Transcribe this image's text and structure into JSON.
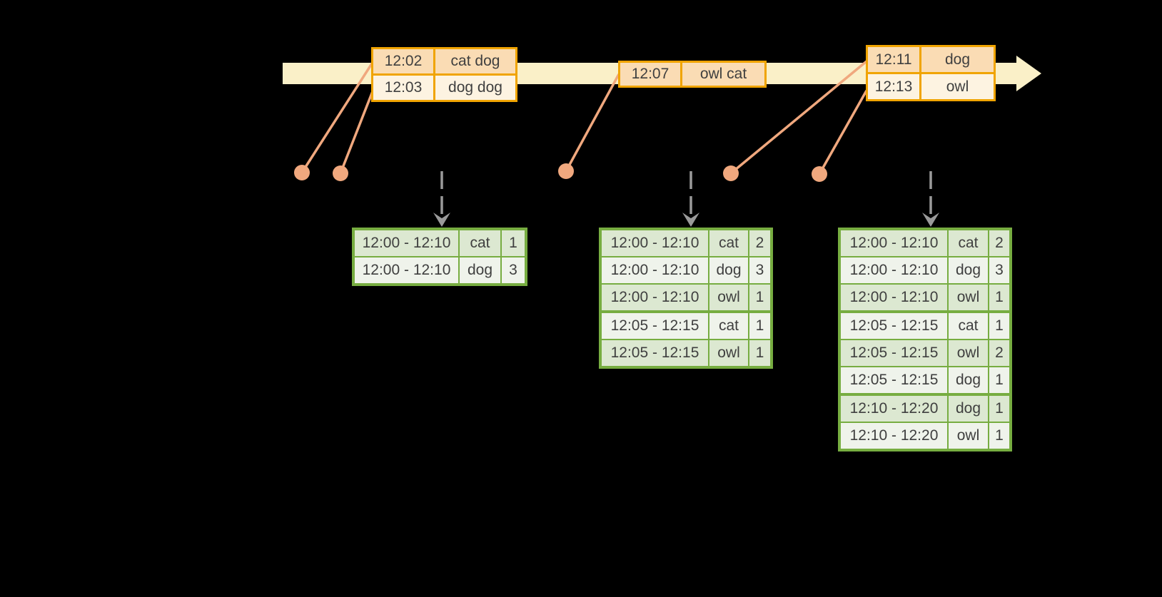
{
  "colors": {
    "background": "#000000",
    "timeline_band": "#FAF0C8",
    "event_table_border": "#F0A400",
    "event_row_dark": "#FADCB4",
    "event_row_light": "#FDF3E1",
    "connector_salmon": "#F0A87E",
    "result_table_border": "#77AD41",
    "result_row_dark": "#DCE8D1",
    "result_row_light": "#EFF3EB",
    "trigger_arrow_gray": "#9A9A9A",
    "text": "#3F3F3F"
  },
  "icons": {
    "timeline_arrow": "right-arrow",
    "trigger_arrow": "dashed-down-arrow",
    "event_marker": "dot"
  },
  "timeline": {
    "event_tables": [
      {
        "rows": [
          {
            "time": "12:02",
            "words": "cat dog"
          },
          {
            "time": "12:03",
            "words": "dog dog"
          }
        ]
      },
      {
        "rows": [
          {
            "time": "12:07",
            "words": "owl cat"
          }
        ]
      },
      {
        "rows": [
          {
            "time": "12:11",
            "words": "dog"
          },
          {
            "time": "12:13",
            "words": "owl"
          }
        ]
      }
    ]
  },
  "result_tables": [
    {
      "rows": [
        {
          "window": "12:00 - 12:10",
          "word": "cat",
          "count": "1"
        },
        {
          "window": "12:00 - 12:10",
          "word": "dog",
          "count": "3"
        }
      ]
    },
    {
      "rows": [
        {
          "window": "12:00 - 12:10",
          "word": "cat",
          "count": "2"
        },
        {
          "window": "12:00 - 12:10",
          "word": "dog",
          "count": "3"
        },
        {
          "window": "12:00 - 12:10",
          "word": "owl",
          "count": "1"
        },
        {
          "window": "12:05 - 12:15",
          "word": "cat",
          "count": "1"
        },
        {
          "window": "12:05 - 12:15",
          "word": "owl",
          "count": "1"
        }
      ]
    },
    {
      "rows": [
        {
          "window": "12:00 - 12:10",
          "word": "cat",
          "count": "2"
        },
        {
          "window": "12:00 - 12:10",
          "word": "dog",
          "count": "3"
        },
        {
          "window": "12:00 - 12:10",
          "word": "owl",
          "count": "1"
        },
        {
          "window": "12:05 - 12:15",
          "word": "cat",
          "count": "1"
        },
        {
          "window": "12:05 - 12:15",
          "word": "owl",
          "count": "2"
        },
        {
          "window": "12:05 - 12:15",
          "word": "dog",
          "count": "1"
        },
        {
          "window": "12:10 - 12:20",
          "word": "dog",
          "count": "1"
        },
        {
          "window": "12:10 - 12:20",
          "word": "owl",
          "count": "1"
        }
      ]
    }
  ]
}
